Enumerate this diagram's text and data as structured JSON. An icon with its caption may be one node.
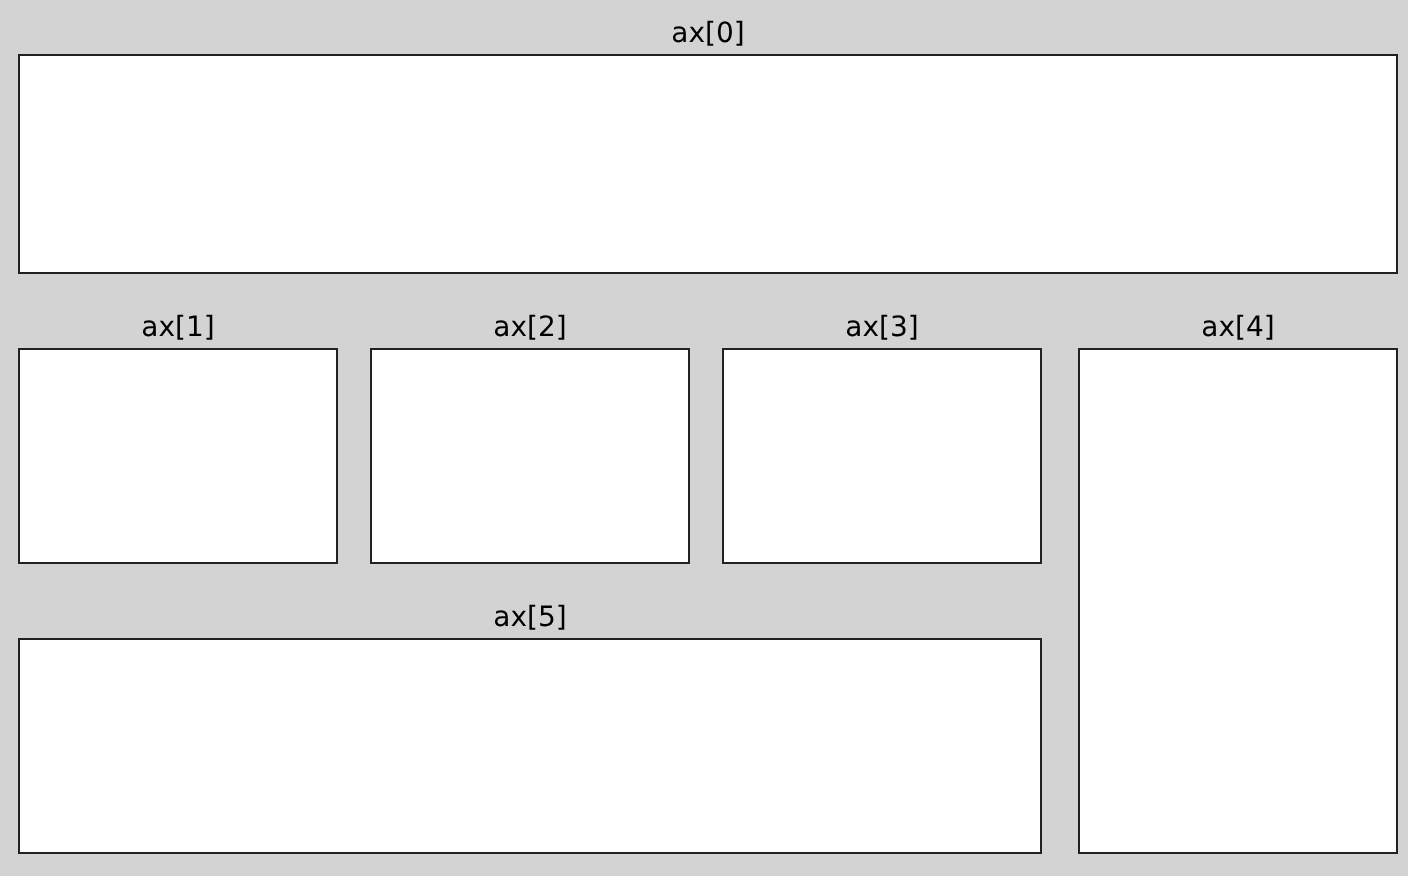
{
  "diagram": {
    "nodes": [
      {
        "text": [
          "ax[0]"
        ]
      },
      {
        "text": [
          "ax[1]"
        ]
      },
      {
        "text": [
          "ax[2]"
        ]
      },
      {
        "text": [
          "ax[3]"
        ]
      },
      {
        "text": [
          "ax[4]"
        ]
      },
      {
        "text": [
          "ax[5]"
        ]
      }
    ]
  }
}
